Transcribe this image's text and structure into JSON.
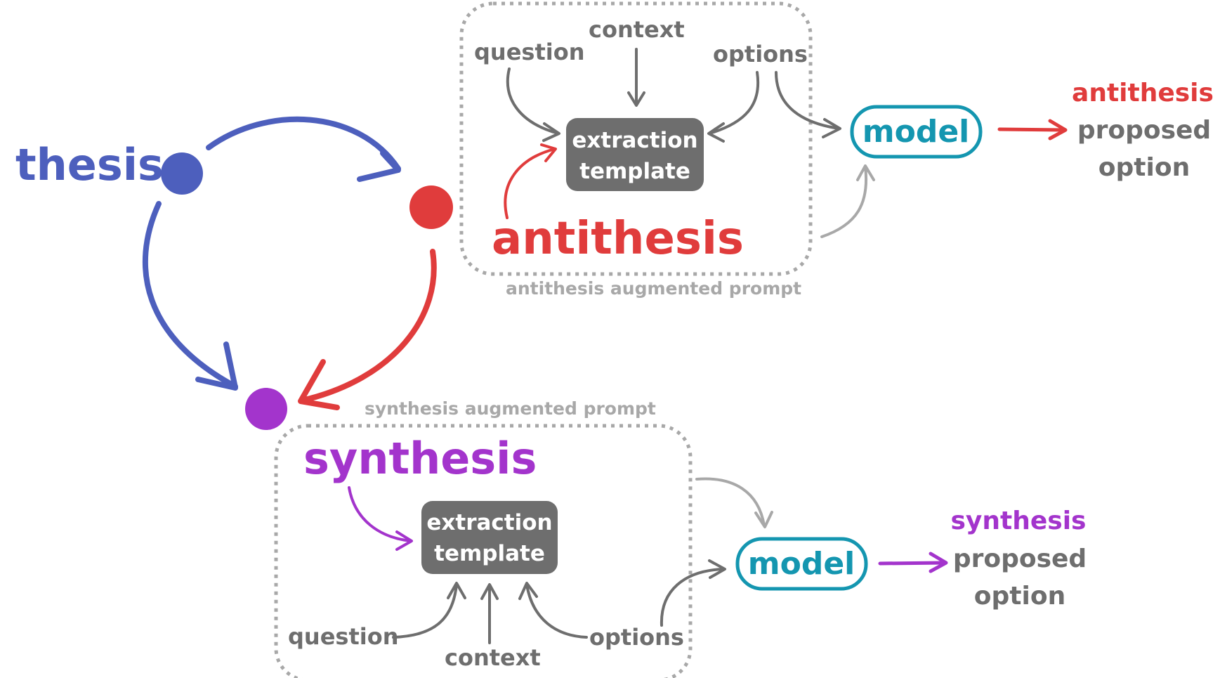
{
  "colors": {
    "thesis": "#4d5fbd",
    "antithesis": "#e03c3c",
    "synthesis": "#a334cc",
    "model": "#1496b0",
    "grey_text": "#6e6e6e",
    "light_grey": "#a8a8a8",
    "template_fill": "#6e6e6e"
  },
  "nodes": {
    "thesis": "thesis",
    "antithesis_dot": "",
    "synthesis_dot": ""
  },
  "antithesis_panel": {
    "caption": "antithesis augmented prompt",
    "title": "antithesis",
    "inputs": [
      "question",
      "context",
      "options"
    ],
    "template_line1": "extraction",
    "template_line2": "template",
    "model": "model",
    "output_label": "antithesis",
    "output_line2": "proposed",
    "output_line3": "option"
  },
  "synthesis_panel": {
    "caption": "synthesis augmented prompt",
    "title": "synthesis",
    "inputs": [
      "question",
      "context",
      "options"
    ],
    "template_line1": "extraction",
    "template_line2": "template",
    "model": "model",
    "output_label": "synthesis",
    "output_line2": "proposed",
    "output_line3": "option"
  }
}
